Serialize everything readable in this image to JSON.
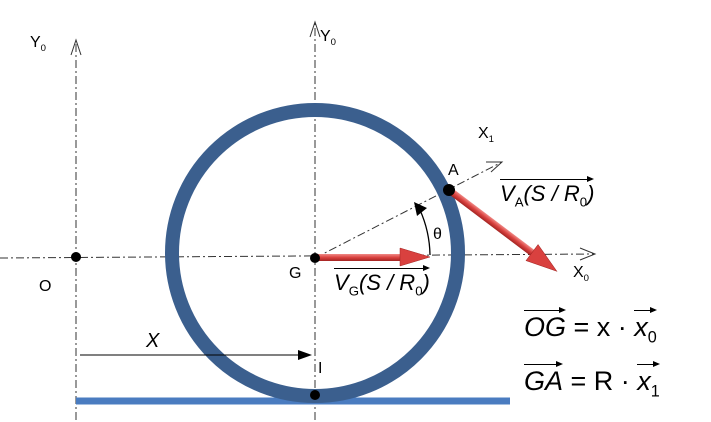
{
  "labels": {
    "y0_left": "Y",
    "y0_center": "Y",
    "zero": "0",
    "one": "1",
    "origin": "O",
    "center": "G",
    "contact": "I",
    "point_a": "A",
    "x0_axis": "X",
    "x1_axis": "X",
    "theta": "θ",
    "x_distance": "X"
  },
  "velocities": {
    "vg": {
      "v": "V",
      "sub": "G",
      "frame": "(S / R",
      "sub0": "0",
      "close": ")"
    },
    "va": {
      "v": "V",
      "sub": "A",
      "frame": "(S / R",
      "sub0": "0",
      "close": ")"
    }
  },
  "equations": {
    "og": {
      "lhs": "OG",
      "eq": " = x · ",
      "rhs": "x",
      "sub": "0"
    },
    "ga": {
      "lhs": "GA",
      "eq": " = R · ",
      "rhs": "x",
      "sub": "1"
    }
  },
  "colors": {
    "wheel": "#3b5f8e",
    "ground": "#4a7cc0",
    "vector": "#d9413f"
  }
}
